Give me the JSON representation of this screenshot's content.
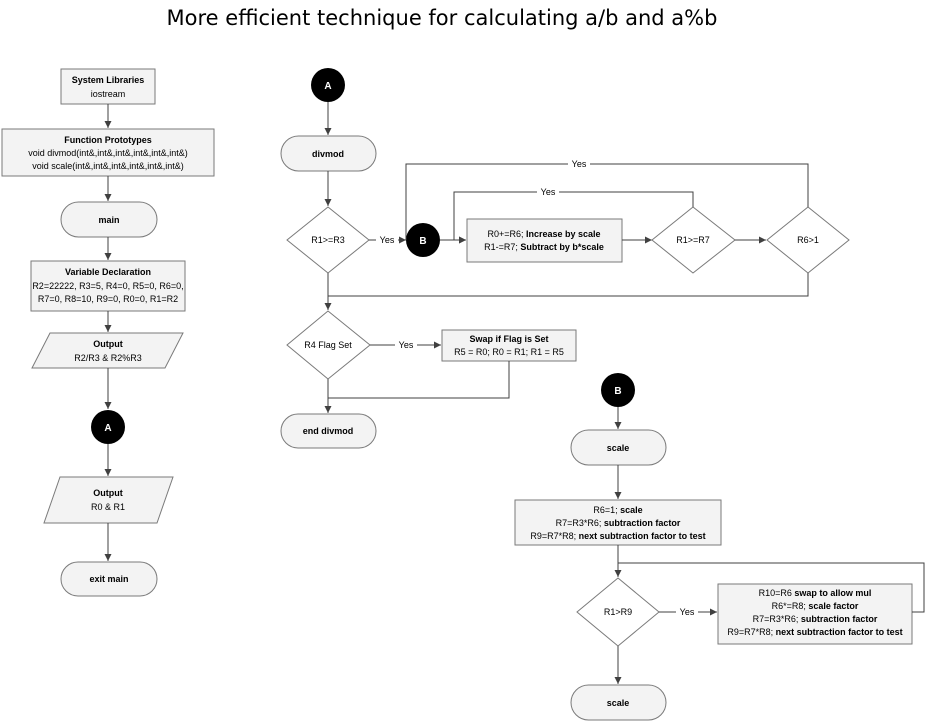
{
  "title": "More efficient technique for calculating a/b and a%b",
  "main_flow": {
    "libraries_title": "System Libraries",
    "libraries_body": "iostream",
    "prototypes_title": "Function Prototypes",
    "prototype_divmod": "void divmod(int&,int&,int&,int&,int&,int&)",
    "prototype_scale": "void scale(int&,int&,int&,int&,int&,int&)",
    "main_label": "main",
    "vars_title": "Variable Declaration",
    "vars_line1": "R2=22222, R3=5, R4=0, R5=0, R6=0,",
    "vars_line2": "R7=0, R8=10, R9=0, R0=0, R1=R2",
    "output1_title": "Output",
    "output1_body": "R2/R3 & R2%R3",
    "connector_a": "A",
    "output2_title": "Output",
    "output2_body": "R0 & R1",
    "exit_label": "exit main"
  },
  "divmod_flow": {
    "connector_a": "A",
    "divmod_label": "divmod",
    "decision_r1_ge_r3": "R1>=R3",
    "yes_r1_ge_r3": "Yes",
    "connector_b": "B",
    "increase_prefix": "R0+=R6; ",
    "increase_bold": "Increase by scale",
    "subtract_prefix": "R1-=R7; ",
    "subtract_bold": "Subtract by b*scale",
    "decision_r1_ge_r7": "R1>=R7",
    "yes_r1_ge_r7": "Yes",
    "decision_r6_gt_1": "R6>1",
    "yes_r6_gt_1": "Yes",
    "decision_flag": "R4 Flag Set",
    "yes_flag": "Yes",
    "swap_title": "Swap if Flag is Set",
    "swap_body": "R5 = R0; R0 = R1; R1 = R5",
    "end_label": "end divmod"
  },
  "scale_flow": {
    "connector_b": "B",
    "scale_label": "scale",
    "init_line1_prefix": "R6=1; ",
    "init_line1_bold": "scale",
    "init_line2_prefix": "R7=R3*R6; ",
    "init_line2_bold": "subtraction factor",
    "init_line3_prefix": "R9=R7*R8;  ",
    "init_line3_bold": "next subtraction factor to test",
    "decision_r1_gt_r9": "R1>R9",
    "yes_r1_gt_r9": "Yes",
    "loop_line1_prefix": "R10=R6 ",
    "loop_line1_bold": "swap to allow mul",
    "loop_line2_prefix": "R6*=R8; ",
    "loop_line2_bold": "scale factor",
    "loop_line3_prefix": "R7=R3*R6; ",
    "loop_line3_bold": "subtraction factor",
    "loop_line4_prefix": "R9=R7*R8; ",
    "loop_line4_bold": "next subtraction factor to test",
    "end_label": "scale"
  }
}
